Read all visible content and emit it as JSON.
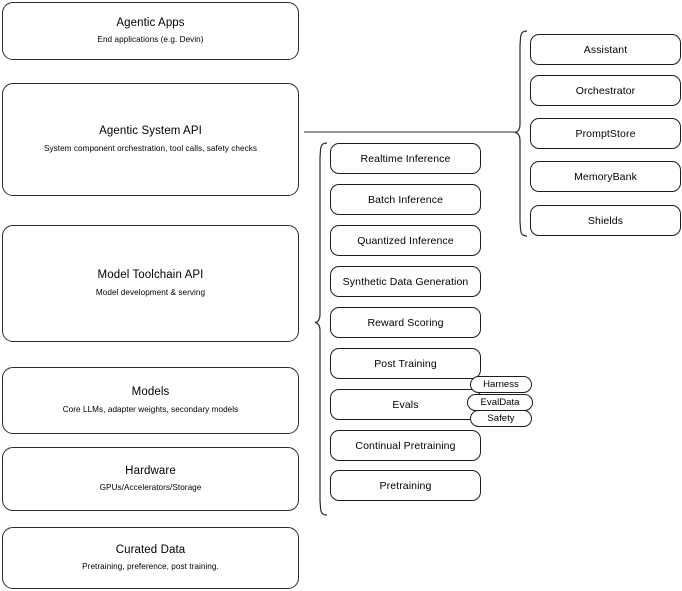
{
  "diagram": {
    "title": "AI Stack Layers Architecture Diagram",
    "stroke_color": "#2b2b2b",
    "background_color": "#ffffff",
    "text_color": "#000000"
  },
  "stack_layers": [
    {
      "id": "agentic-apps",
      "title": "Agentic Apps",
      "subtitle": "End applications (e.g. Devin)"
    },
    {
      "id": "agentic-system-api",
      "title": "Agentic System API",
      "subtitle": "System component orchestration, tool calls, safety checks"
    },
    {
      "id": "model-toolchain-api",
      "title": "Model Toolchain API",
      "subtitle": "Model development & serving"
    },
    {
      "id": "models",
      "title": "Models",
      "subtitle": "Core LLMs, adapter weights, secondary models"
    },
    {
      "id": "hardware",
      "title": "Hardware",
      "subtitle": "GPUs/Accelerators/Storage"
    },
    {
      "id": "curated-data",
      "title": "Curated Data",
      "subtitle": "Pretraining, preference, post training."
    }
  ],
  "toolchain_capabilities": [
    {
      "id": "realtime-inference",
      "label": "Realtime Inference"
    },
    {
      "id": "batch-inference",
      "label": "Batch Inference"
    },
    {
      "id": "quantized-inference",
      "label": "Quantized Inference"
    },
    {
      "id": "synthetic-data-generation",
      "label": "Synthetic Data Generation"
    },
    {
      "id": "reward-scoring",
      "label": "Reward Scoring"
    },
    {
      "id": "post-training",
      "label": "Post Training"
    },
    {
      "id": "evals",
      "label": "Evals"
    },
    {
      "id": "continual-pretraining",
      "label": "Continual Pretraining"
    },
    {
      "id": "pretraining",
      "label": "Pretraining"
    }
  ],
  "evals_subcomponents": [
    {
      "id": "harness",
      "label": "Harness"
    },
    {
      "id": "evaldata",
      "label": "EvalData"
    },
    {
      "id": "safety",
      "label": "Safety"
    }
  ],
  "agentic_components": [
    {
      "id": "assistant",
      "label": "Assistant"
    },
    {
      "id": "orchestrator",
      "label": "Orchestrator"
    },
    {
      "id": "promptstore",
      "label": "PromptStore"
    },
    {
      "id": "memorybank",
      "label": "MemoryBank"
    },
    {
      "id": "shields",
      "label": "Shields"
    }
  ]
}
